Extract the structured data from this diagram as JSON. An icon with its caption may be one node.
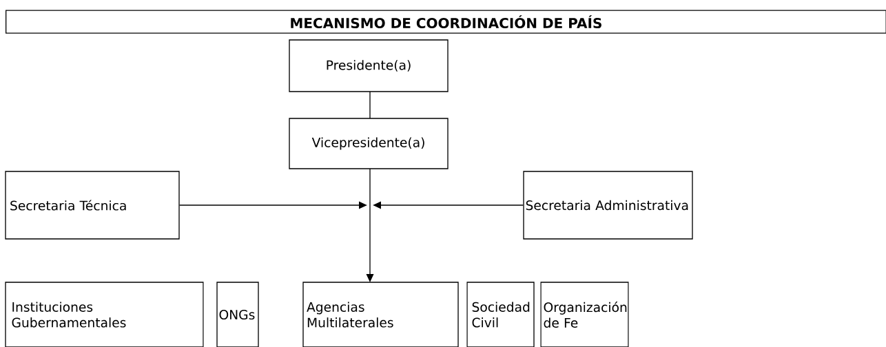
{
  "diagram": {
    "title": "MECANISMO DE COORDINACIÓN DE PAÍS",
    "nodes": [
      {
        "text": [
          "Presidente(a)"
        ]
      },
      {
        "text": [
          "Vicepresidente(a)"
        ]
      },
      {
        "text": [
          "Secretaria Técnica"
        ]
      },
      {
        "text": [
          "Secretaria Administrativa"
        ]
      },
      {
        "text": [
          "Instituciones Gubernamentales"
        ]
      },
      {
        "text": [
          "ONGs"
        ]
      },
      {
        "text": [
          "Agencias Multilaterales"
        ]
      },
      {
        "text": [
          "Sociedad Civil"
        ]
      },
      {
        "text": [
          "Organización de Fe"
        ]
      }
    ],
    "edges": [
      {
        "from": 0,
        "to": 1,
        "arrow": "none"
      },
      {
        "from": 1,
        "to": 6,
        "arrow": "to"
      },
      {
        "from": 2,
        "to": null,
        "arrow": "to"
      },
      {
        "from": 3,
        "to": null,
        "arrow": "to"
      }
    ]
  }
}
